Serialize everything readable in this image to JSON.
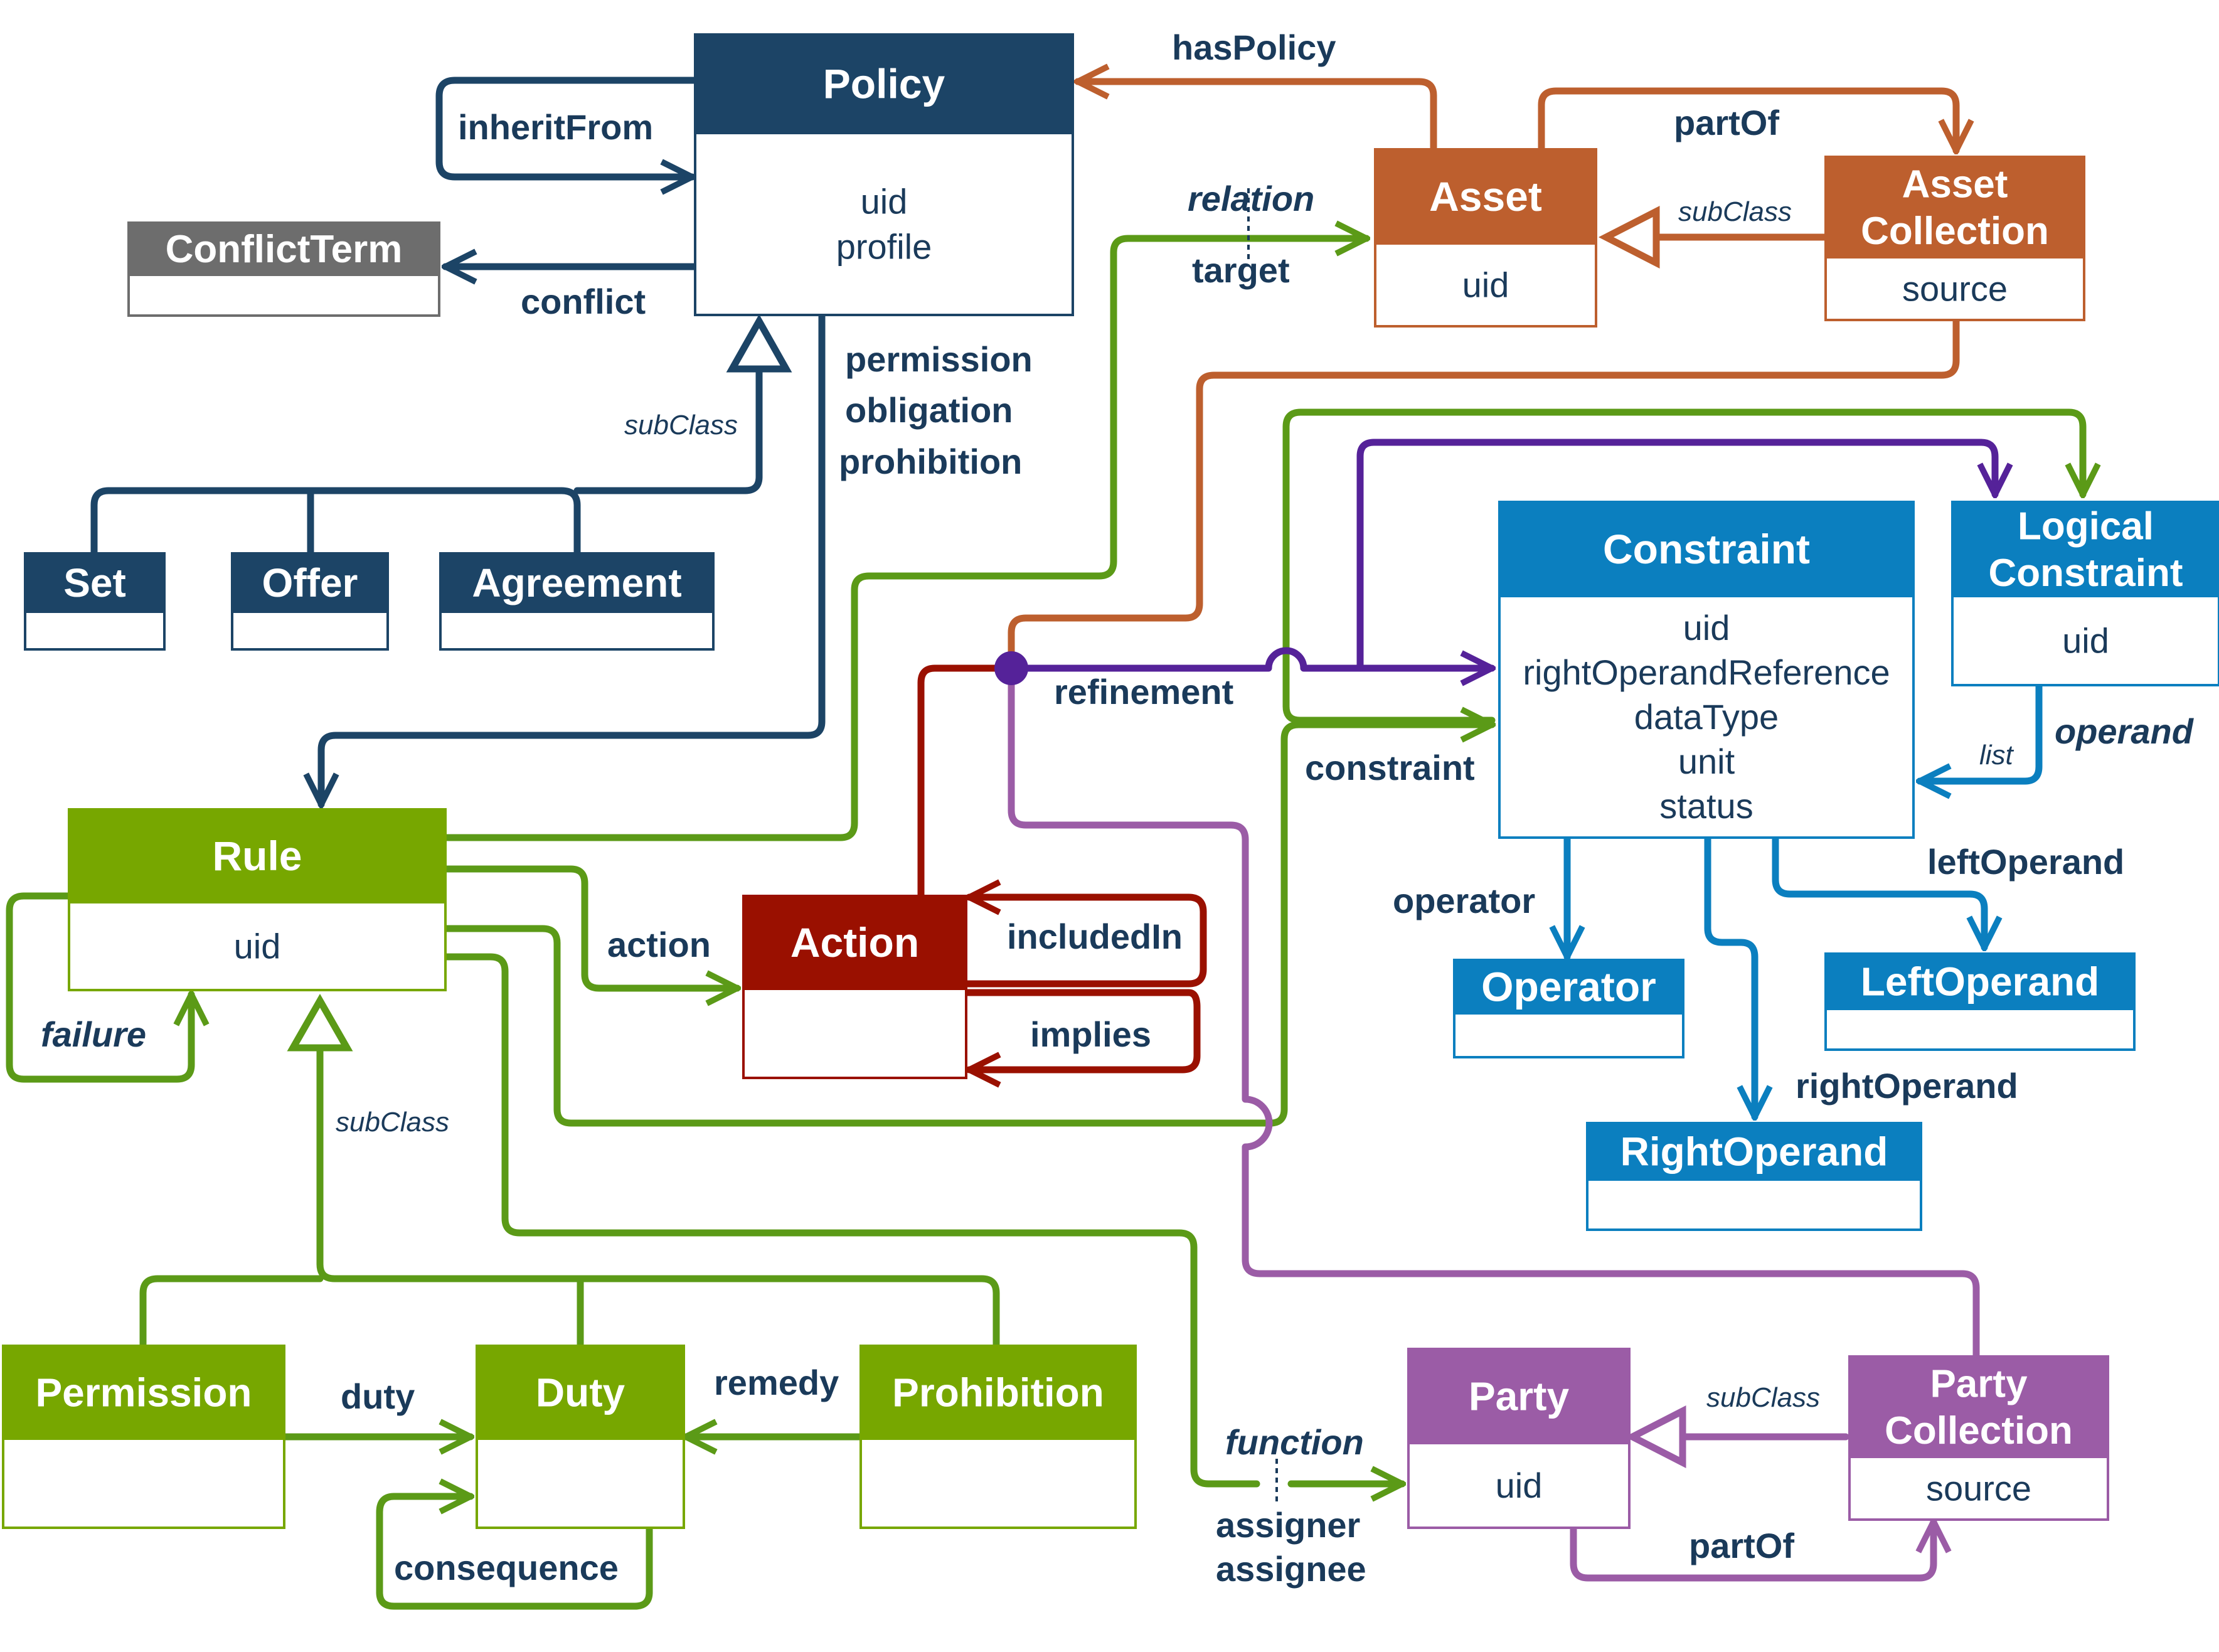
{
  "colors": {
    "policy": "#1c4466",
    "asset": "#bd5f2e",
    "rule": "#77a700",
    "rule_edge": "#5b9a17",
    "action": "#9a1000",
    "constraint": "#0b7fbf",
    "party": "#9b5ca6",
    "refinement": "#552299",
    "conflict": "#6d6d6d",
    "label": "#1a3a5a"
  },
  "classes": {
    "policy": {
      "title": "Policy",
      "attrs": [
        "uid",
        "profile"
      ]
    },
    "conflictterm": {
      "title": "ConflictTerm",
      "attrs": []
    },
    "set": {
      "title": "Set",
      "attrs": []
    },
    "offer": {
      "title": "Offer",
      "attrs": []
    },
    "agreement": {
      "title": "Agreement",
      "attrs": []
    },
    "asset": {
      "title": "Asset",
      "attrs": [
        "uid"
      ]
    },
    "assetcollection": {
      "title": [
        "Asset",
        "Collection"
      ],
      "attrs": [
        "source"
      ]
    },
    "constraint": {
      "title": "Constraint",
      "attrs": [
        "uid",
        "rightOperandReference",
        "dataType",
        "unit",
        "status"
      ]
    },
    "logicalconstraint": {
      "title": [
        "Logical",
        "Constraint"
      ],
      "attrs": [
        "uid"
      ]
    },
    "rule": {
      "title": "Rule",
      "attrs": [
        "uid"
      ]
    },
    "action": {
      "title": "Action",
      "attrs": []
    },
    "operator": {
      "title": "Operator",
      "attrs": []
    },
    "leftoperand": {
      "title": "LeftOperand",
      "attrs": []
    },
    "rightoperand": {
      "title": "RightOperand",
      "attrs": []
    },
    "permission": {
      "title": "Permission",
      "attrs": []
    },
    "duty": {
      "title": "Duty",
      "attrs": []
    },
    "prohibition": {
      "title": "Prohibition",
      "attrs": []
    },
    "party": {
      "title": "Party",
      "attrs": [
        "uid"
      ]
    },
    "partycollection": {
      "title": [
        "Party",
        "Collection"
      ],
      "attrs": [
        "source"
      ]
    }
  },
  "labels": {
    "inheritFrom": "inheritFrom",
    "conflict": "conflict",
    "hasPolicy": "hasPolicy",
    "partOf_asset": "partOf",
    "subClass_policy": "subClass",
    "subClass_asset": "subClass",
    "relation": "relation",
    "target": "target",
    "permission": "permission",
    "obligation": "obligation",
    "prohibition": "prohibition",
    "refinement": "refinement",
    "constraint": "constraint",
    "operand": "operand",
    "list": "list",
    "leftOperand": "leftOperand",
    "operator": "operator",
    "rightOperand": "rightOperand",
    "action": "action",
    "includedIn": "includedIn",
    "implies": "implies",
    "failure": "failure",
    "subClass_rule": "subClass",
    "duty": "duty",
    "remedy": "remedy",
    "consequence": "consequence",
    "function": "function",
    "assigner": "assigner",
    "assignee": "assignee",
    "subClass_party": "subClass",
    "partOf_party": "partOf"
  }
}
